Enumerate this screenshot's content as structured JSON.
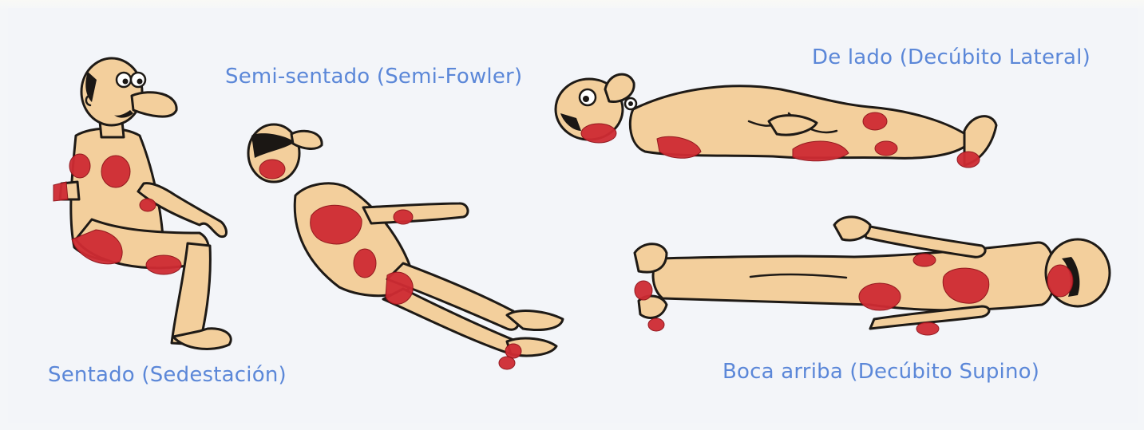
{
  "labels": {
    "sentado": "Sentado (Sedestación)",
    "semi_sentado": "Semi-sentado (Semi-Fowler)",
    "lateral": "De lado (Decúbito Lateral)",
    "supino": "Boca arriba (Decúbito Supino)"
  },
  "colors": {
    "label_text": "#5b87d8",
    "pressure_zone": "#cf2b33",
    "skin": "#f3cf9c",
    "background": "#f3f5f9"
  }
}
